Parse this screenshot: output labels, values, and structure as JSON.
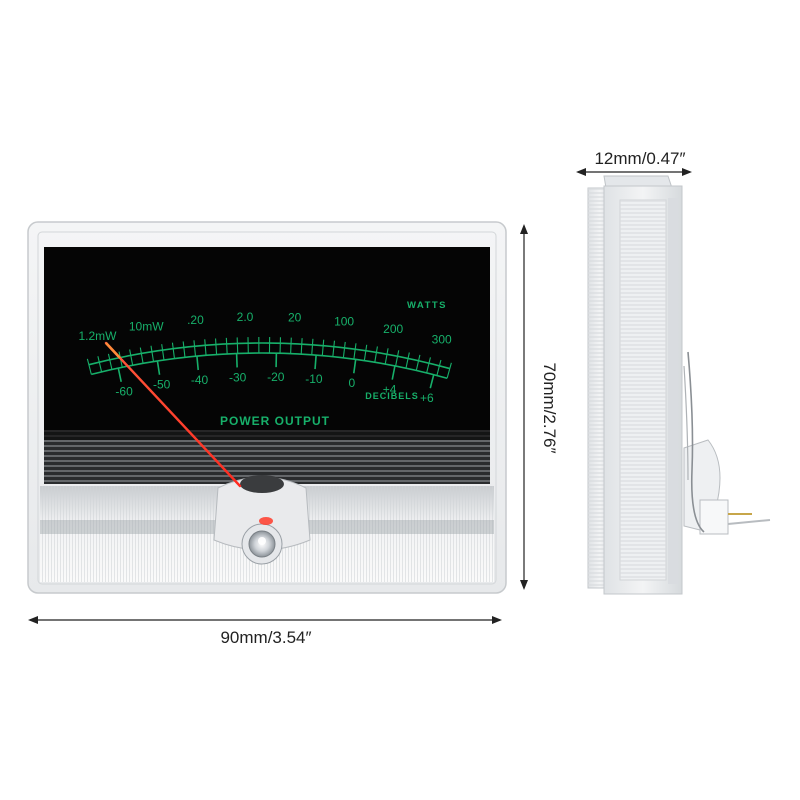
{
  "meter": {
    "units_label": "WATTS",
    "watt_scale": [
      "1.2mW",
      "10mW",
      ".20",
      "2.0",
      "20",
      "100",
      "200",
      "300"
    ],
    "db_scale": [
      "-60",
      "-50",
      "-40",
      "-30",
      "-20",
      "-10",
      "0",
      "+4",
      "+6"
    ],
    "db_units_label": "DECIBELS",
    "title": "POWER OUTPUT"
  },
  "dimensions": {
    "width": "90mm/3.54″",
    "height": "70mm/2.76″",
    "depth": "12mm/0.47″"
  },
  "colors": {
    "scale": "#17b06a",
    "face": "#050505",
    "needle": "#ff3b2a"
  }
}
